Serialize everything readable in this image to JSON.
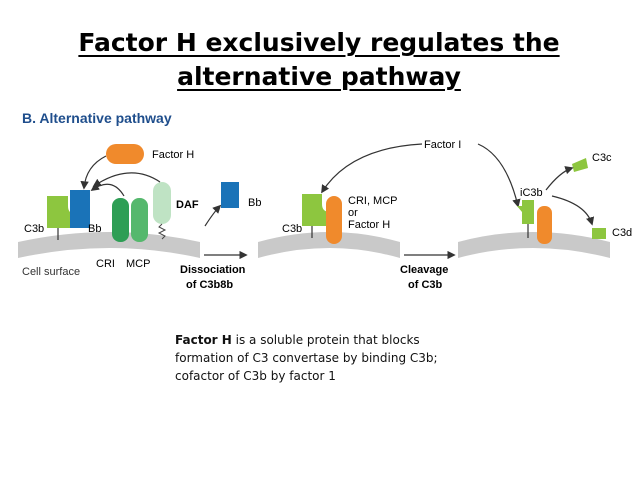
{
  "slide": {
    "title_line1": "Factor H exclusively regulates the",
    "title_line2": "alternative pathway"
  },
  "diagram": {
    "panel_label": "B. Alternative pathway",
    "labels": {
      "factor_h_top": "Factor H",
      "daf": "DAF",
      "c3b_left": "C3b",
      "bb_left": "Bb",
      "cri": "CRI",
      "mcp": "MCP",
      "cell_surface": "Cell surface",
      "bb_released": "Bb",
      "dissociation_line1": "Dissociation",
      "dissociation_line2": "of C3b8b",
      "factor_i": "Factor I",
      "cofactor_line1": "CRI, MCP",
      "cofactor_line2": "or",
      "cofactor_line3": "Factor H",
      "c3b_middle": "C3b",
      "cleavage_line1": "Cleavage",
      "cleavage_line2": "of C3b",
      "ic3b": "iC3b",
      "c3c": "C3c",
      "c3d": "C3d"
    },
    "colors": {
      "factor_h": "#f08a2c",
      "c3b": "#8dc63f",
      "bb": "#1a73b8",
      "cri": "#2e9e55",
      "mcp": "#55b86d",
      "daf": "#bfe3c4",
      "membrane": "#c9c9c9",
      "panel_label": "#1f4e8c"
    }
  },
  "caption": {
    "bold": "Factor H",
    "rest": " is a soluble protein that blocks formation of C3 convertase by binding C3b; cofactor of C3b by factor 1"
  }
}
